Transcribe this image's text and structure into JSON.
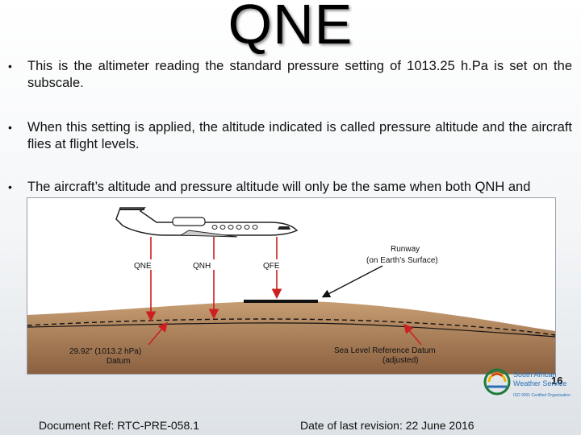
{
  "slide": {
    "title": "QNE",
    "bullets": [
      "This is the altimeter reading the standard pressure setting of 1013.25 h.Pa is set on the subscale.",
      "When this setting is applied, the altitude indicated is called pressure altitude and the aircraft flies at flight levels.",
      "The aircraft’s altitude and pressure altitude will only be the same when both QNH and"
    ]
  },
  "diagram": {
    "labels": {
      "qne": "QNE",
      "qnh": "QNH",
      "qfe": "QFE",
      "runway_line1": "Runway",
      "runway_line2": "(on Earth’s Surface)",
      "datum_line1": "29.92\" (1013.2 hPa)",
      "datum_line2": "Datum",
      "sea_line1": "Sea Level Reference Datum",
      "sea_line2": "(adjusted)"
    },
    "colors": {
      "sky": "#ffffff",
      "ground_top": "#c79d73",
      "ground_bottom": "#8a6040",
      "arrow": "#cc1f1f"
    }
  },
  "logo": {
    "line1": "South African",
    "line2": "Weather Service",
    "line3": "ISO 9001 Certified Organisation"
  },
  "footer": {
    "page_number": "16",
    "document_ref": "Document Ref: RTC-PRE-058.1",
    "revision_date": "Date of last revision: 22 June 2016"
  }
}
